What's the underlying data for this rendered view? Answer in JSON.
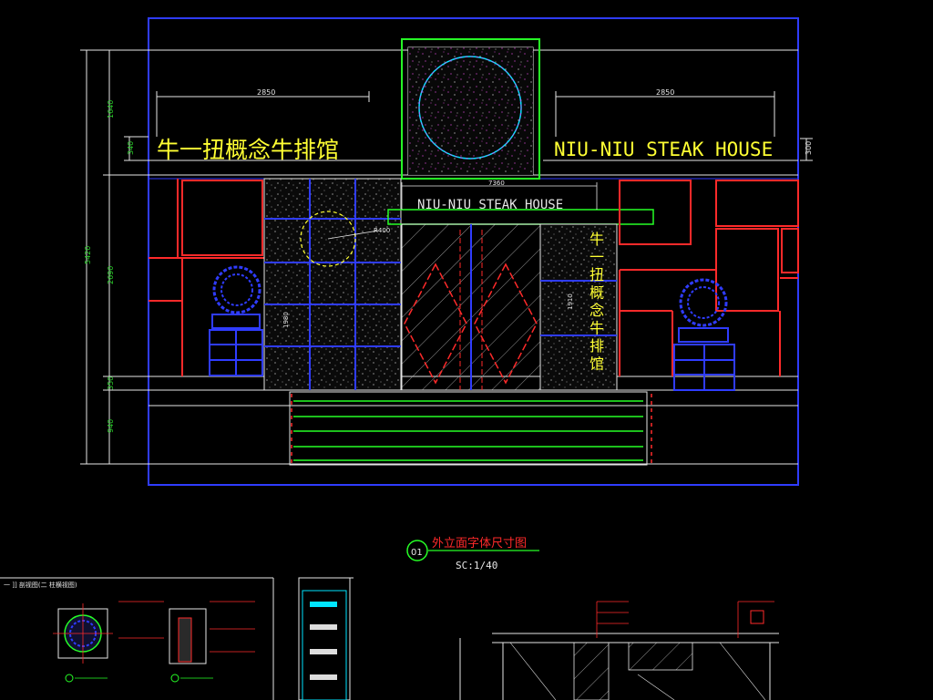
{
  "elevation": {
    "sign_left": "牛一扭概念牛排馆",
    "sign_right": "NIU-NIU STEAK HOUSE",
    "canopy_text": "NIU-NIU STEAK HOUSE",
    "vertical_sign": [
      "牛",
      "一",
      "扭",
      "概",
      "念",
      "牛",
      "排",
      "馆"
    ],
    "dim_top_left": "2850",
    "dim_top_right": "2850",
    "dim_canopy": "7360",
    "dim_circle": "R400",
    "dim_height_total": "5420",
    "dim_height_sign": "1640",
    "dim_height_wall": "2690",
    "dim_height_plinth": "350",
    "dim_height_base": "940",
    "dim_text_height_left": "340",
    "dim_text_height_right": "300",
    "dim_panel_left": "1980",
    "dim_panel_right": "1910"
  },
  "title_block": {
    "number": "01",
    "title": "外立面字体尺寸图",
    "scale": "SC:1/40"
  },
  "detail_left": {
    "title": "一 ]] 剖视图(二 柱横视图)"
  },
  "colors": {
    "background": "#000000",
    "frame_blue": "#2f3cff",
    "line_white": "#e6e6e6",
    "text_yellow": "#ffff33",
    "line_green": "#26ff26",
    "line_red": "#ff2a2a",
    "line_cyan": "#00e5ff",
    "line_magenta": "#ff33ff"
  }
}
